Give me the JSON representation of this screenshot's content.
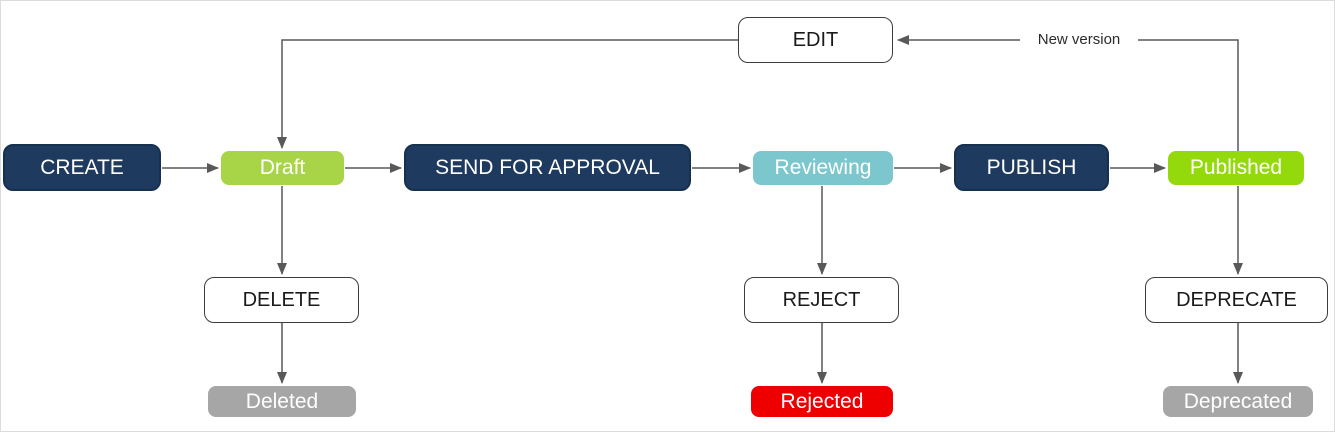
{
  "diagram": {
    "type": "flowchart",
    "description": "Content lifecycle workflow state diagram",
    "nodes": {
      "create": {
        "label": "CREATE",
        "kind": "action",
        "color": "#1F3A5F"
      },
      "draft": {
        "label": "Draft",
        "kind": "state",
        "color": "#A8D548"
      },
      "send_for_approval": {
        "label": "SEND FOR APPROVAL",
        "kind": "action",
        "color": "#1F3A5F"
      },
      "reviewing": {
        "label": "Reviewing",
        "kind": "state",
        "color": "#7CC6CE"
      },
      "publish": {
        "label": "PUBLISH",
        "kind": "action",
        "color": "#1F3A5F"
      },
      "published": {
        "label": "Published",
        "kind": "state",
        "color": "#94D90B"
      },
      "edit": {
        "label": "EDIT",
        "kind": "action-outline",
        "color": "#FFFFFF"
      },
      "delete": {
        "label": "DELETE",
        "kind": "action-outline",
        "color": "#FFFFFF"
      },
      "reject": {
        "label": "REJECT",
        "kind": "action-outline",
        "color": "#FFFFFF"
      },
      "deprecate": {
        "label": "DEPRECATE",
        "kind": "action-outline",
        "color": "#FFFFFF"
      },
      "deleted": {
        "label": "Deleted",
        "kind": "state-final",
        "color": "#A6A6A6"
      },
      "rejected": {
        "label": "Rejected",
        "kind": "state-final",
        "color": "#EE0000"
      },
      "deprecated": {
        "label": "Deprecated",
        "kind": "state-final",
        "color": "#A6A6A6"
      }
    },
    "edges": [
      {
        "from": "create",
        "to": "draft"
      },
      {
        "from": "draft",
        "to": "send_for_approval"
      },
      {
        "from": "send_for_approval",
        "to": "reviewing"
      },
      {
        "from": "reviewing",
        "to": "publish"
      },
      {
        "from": "publish",
        "to": "published"
      },
      {
        "from": "edit",
        "to": "draft"
      },
      {
        "from": "published",
        "to": "edit",
        "label": "New version"
      },
      {
        "from": "draft",
        "to": "delete"
      },
      {
        "from": "delete",
        "to": "deleted"
      },
      {
        "from": "reviewing",
        "to": "reject"
      },
      {
        "from": "reject",
        "to": "rejected"
      },
      {
        "from": "published",
        "to": "deprecate"
      },
      {
        "from": "deprecate",
        "to": "deprecated"
      }
    ],
    "colors": {
      "connector": "#595959",
      "outline_border": "#3d3d3d",
      "background": "#ffffff"
    }
  }
}
